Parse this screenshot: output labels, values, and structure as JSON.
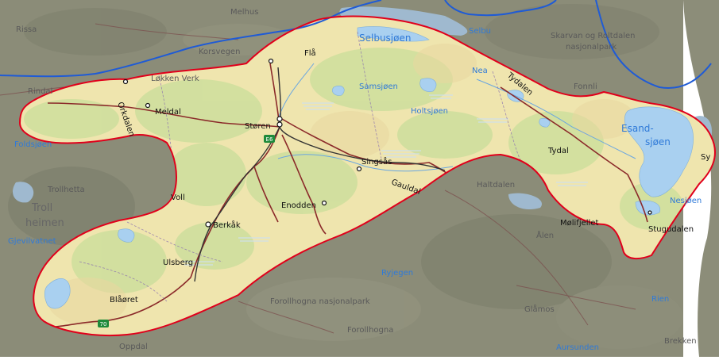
{
  "map": {
    "region_labels": [
      {
        "id": "melhus",
        "text": "Melhus"
      },
      {
        "id": "rissa",
        "text": "Rissa"
      },
      {
        "id": "korsvegen",
        "text": "Korsvegen"
      },
      {
        "id": "lokken",
        "text": "Løkken Verk"
      },
      {
        "id": "skarvan",
        "text": "Skarvan og Roltdalen"
      },
      {
        "id": "nasjonalpark1",
        "text": "nasjonalpark"
      },
      {
        "id": "trollheimen1",
        "text": "Troll"
      },
      {
        "id": "trollheimen2",
        "text": "heimen"
      },
      {
        "id": "trollhetta",
        "text": "Trollhetta"
      },
      {
        "id": "haltdalen",
        "text": "Haltdalen"
      },
      {
        "id": "aen",
        "text": "Ålen"
      },
      {
        "id": "forollhogna_np",
        "text": "Forollhogna nasjonalpark"
      },
      {
        "id": "forollhogna",
        "text": "Forollhogna"
      },
      {
        "id": "glamos",
        "text": "Glåmos"
      },
      {
        "id": "oppdal",
        "text": "Oppdal"
      },
      {
        "id": "brekken",
        "text": "Brekken"
      },
      {
        "id": "rindal",
        "text": "Rindal"
      },
      {
        "id": "fonnli",
        "text": "Fonnli"
      }
    ],
    "water_labels": [
      {
        "id": "selbusjoen",
        "text": "Selbusjøen"
      },
      {
        "id": "selbu",
        "text": "Selbu"
      },
      {
        "id": "samsjoen",
        "text": "Samsjøen"
      },
      {
        "id": "holtsjoen",
        "text": "Holtsjøen"
      },
      {
        "id": "nea",
        "text": "Nea"
      },
      {
        "id": "foldsjoen",
        "text": "Foldsjøen"
      },
      {
        "id": "esand",
        "text": "Esand-"
      },
      {
        "id": "sjoen",
        "text": "sjøen"
      },
      {
        "id": "nesjoen",
        "text": "Nesjøen"
      },
      {
        "id": "gjevilvatnet",
        "text": "Gjevilvatnet"
      },
      {
        "id": "ryjegen",
        "text": "Ryjegen"
      },
      {
        "id": "aursunden",
        "text": "Aursunden"
      },
      {
        "id": "rien",
        "text": "Rien"
      }
    ],
    "place_labels": [
      {
        "id": "fla",
        "text": "Flå"
      },
      {
        "id": "meldal",
        "text": "Meldal"
      },
      {
        "id": "orkdalen",
        "text": "Orkdalen"
      },
      {
        "id": "storen",
        "text": "Støren"
      },
      {
        "id": "singsas",
        "text": "Singsås"
      },
      {
        "id": "gauldal",
        "text": "Gauldal"
      },
      {
        "id": "voll",
        "text": "Voll"
      },
      {
        "id": "enodden",
        "text": "Enodden"
      },
      {
        "id": "berkak",
        "text": "Berkåk"
      },
      {
        "id": "ulsberg",
        "text": "Ulsberg"
      },
      {
        "id": "blaoret",
        "text": "Blåøret"
      },
      {
        "id": "tydalen",
        "text": "Tydalen"
      },
      {
        "id": "tydal",
        "text": "Tydal"
      },
      {
        "id": "molifjellet",
        "text": "Mølifjellet"
      },
      {
        "id": "stugudalen",
        "text": "Stugudalen"
      },
      {
        "id": "sy",
        "text": "Sy"
      }
    ],
    "road_shields": [
      {
        "id": "e6",
        "text": "E6"
      },
      {
        "id": "r70",
        "text": "70"
      }
    ],
    "colors": {
      "boundary": "#e0001b",
      "county_border": "#1f5bd6",
      "inside_land": "#f0e6b0",
      "outside_land": "#8a8a76",
      "water": "#a9d0f0",
      "road": "#8b2a2a",
      "rail": "#333333"
    }
  }
}
